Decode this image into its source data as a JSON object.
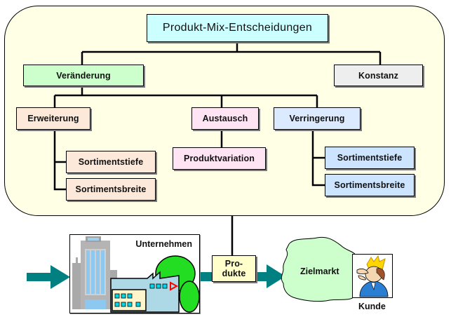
{
  "diagram": {
    "root": {
      "label": "Produkt-Mix-Entscheidungen",
      "color": "#ccffff"
    },
    "level1": [
      {
        "label": "Veränderung",
        "color": "#ccffcc"
      },
      {
        "label": "Konstanz",
        "color": "#eeeeee"
      }
    ],
    "level2": [
      {
        "label": "Erweiterung",
        "color": "#fde9d9"
      },
      {
        "label": "Austausch",
        "color": "#ffe4f3"
      },
      {
        "label": "Verringerung",
        "color": "#dbeaff"
      }
    ],
    "level3": {
      "erweiterung": [
        {
          "label": "Sortimentstiefe",
          "color": "#fde9d9"
        },
        {
          "label": "Sortimentsbreite",
          "color": "#fde9d9"
        }
      ],
      "austausch": [
        {
          "label": "Produktvariation",
          "color": "#ffe4f3"
        }
      ],
      "verringerung": [
        {
          "label": "Sortimentstiefe",
          "color": "#cce4ff"
        },
        {
          "label": "Sortimentsbreite",
          "color": "#cce4ff"
        }
      ]
    },
    "flow": {
      "company_label": "Unternehmen",
      "products_label_line1": "Pro-",
      "products_label_line2": "dukte",
      "products_color": "#ffffcc",
      "market_label": "Zielmarkt",
      "market_color": "#ccffcc",
      "customer_label": "Kunde",
      "arrow_color": "#008080"
    },
    "container_color": "#ffffe6"
  }
}
